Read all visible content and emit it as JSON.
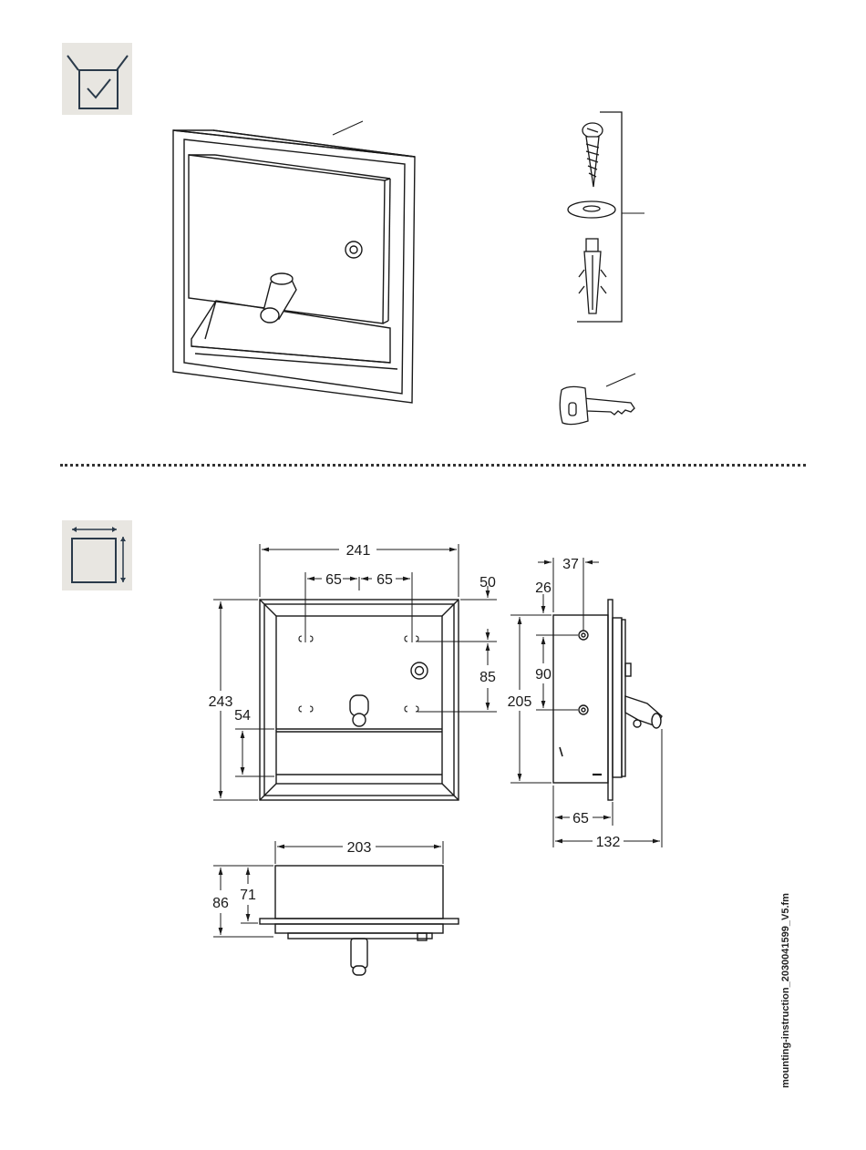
{
  "sections": {
    "scope_of_delivery": {
      "icon": "box-checkmark-icon"
    },
    "dimensions": {
      "icon": "dimensions-square-icon"
    }
  },
  "dimensions": {
    "front_width": "241",
    "hole_spacing_left": "65",
    "hole_spacing_right": "65",
    "front_height": "243",
    "top_offset": "50",
    "hole_vertical": "85",
    "shelf_height": "54",
    "side_depth_top": "37",
    "side_offset": "26",
    "side_hole_spacing": "90",
    "side_height": "205",
    "side_depth_body": "65",
    "side_total_depth": "132",
    "bottom_width": "203",
    "bottom_total": "86",
    "bottom_body": "71"
  },
  "footer": {
    "filename": "mounting-instruction_2030041599_V5.fm"
  }
}
